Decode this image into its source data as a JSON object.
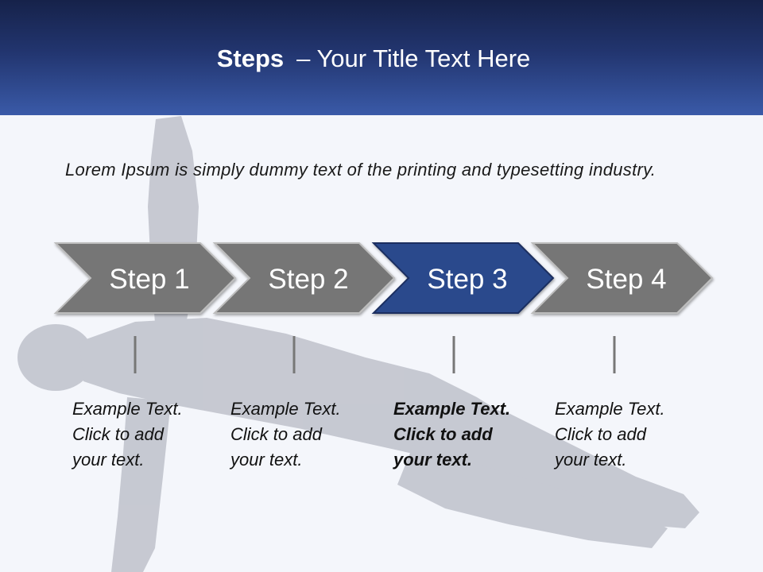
{
  "slide": {
    "title_bold": "Steps",
    "title_rest": "– Your Title Text Here",
    "intro": "Lorem Ipsum is simply dummy text of the printing and typesetting industry."
  },
  "steps": [
    {
      "label": "Step 1",
      "lines": [
        "Example Text.",
        "Click  to add",
        "your text."
      ],
      "active": false
    },
    {
      "label": "Step 2",
      "lines": [
        "Example Text.",
        "Click  to add",
        "your text."
      ],
      "active": false
    },
    {
      "label": "Step 3",
      "lines": [
        "Example Text.",
        "Click  to add",
        "your text."
      ],
      "active": true
    },
    {
      "label": "Step 4",
      "lines": [
        "Example Text.",
        "Click  to add",
        "your text."
      ],
      "active": false
    }
  ],
  "colors": {
    "header_dark": "#16224a",
    "header_light": "#3a5aa8",
    "step_inactive": "#767676",
    "step_active": "#2b4a8c",
    "connector": "#777777",
    "figure": "#a9acb8"
  }
}
